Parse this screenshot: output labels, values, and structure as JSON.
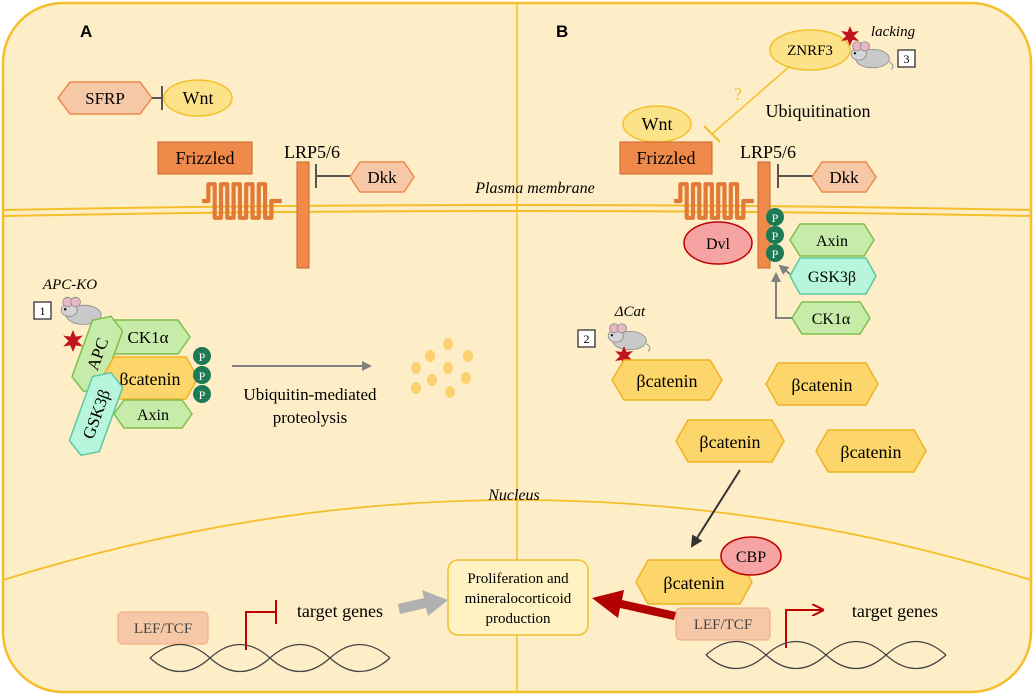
{
  "panels": {
    "a_label": "A",
    "b_label": "B"
  },
  "compartments": {
    "membrane": "Plasma membrane",
    "nucleus": "Nucleus"
  },
  "panel_a": {
    "sfrp": "SFRP",
    "wnt": "Wnt",
    "frizzled": "Frizzled",
    "lrp": "LRP5/6",
    "dkk": "Dkk",
    "mouse_label": "APC-KO",
    "mouse_number": "1",
    "apc": "APC",
    "ck1a": "CK1α",
    "bcatenin": "βcatenin",
    "gsk3b": "GSK3β",
    "axin": "Axin",
    "phospho": [
      "P",
      "P",
      "P"
    ],
    "proteolysis_line1": "Ubiquitin-mediated",
    "proteolysis_line2": "proteolysis",
    "lef_tcf": "LEF/TCF",
    "target_genes": "target genes"
  },
  "panel_b": {
    "znrf3": "ZNRF3",
    "mouse_label_top": "lacking",
    "mouse_number_top": "3",
    "question": "?",
    "ubiquitination": "Ubiquitination",
    "wnt": "Wnt",
    "frizzled": "Frizzled",
    "lrp": "LRP5/6",
    "dkk": "Dkk",
    "dvl": "Dvl",
    "phospho": [
      "P",
      "P",
      "P"
    ],
    "axin": "Axin",
    "gsk3b": "GSK3β",
    "ck1a": "CK1α",
    "mouse_label": "ΔCat",
    "mouse_number": "2",
    "bcatenins": [
      "βcatenin",
      "βcatenin",
      "βcatenin",
      "βcatenin"
    ],
    "nuclear_bcatenin": "βcatenin",
    "cbp": "CBP",
    "lef_tcf": "LEF/TCF",
    "target_genes": "target genes"
  },
  "outcome": {
    "line1": "Proliferation and",
    "line2": "mineralocorticoid",
    "line3": "production"
  },
  "colors": {
    "cell": "#fdeec7",
    "border": "#f7c435",
    "orange": "#f08a4b",
    "salmon": "#f6c8a8",
    "wnt": "#fce38a",
    "green": "#c7ecaa",
    "teal": "#b7f5dc",
    "red": "#c00000",
    "darkgreen": "#1e7a55"
  }
}
